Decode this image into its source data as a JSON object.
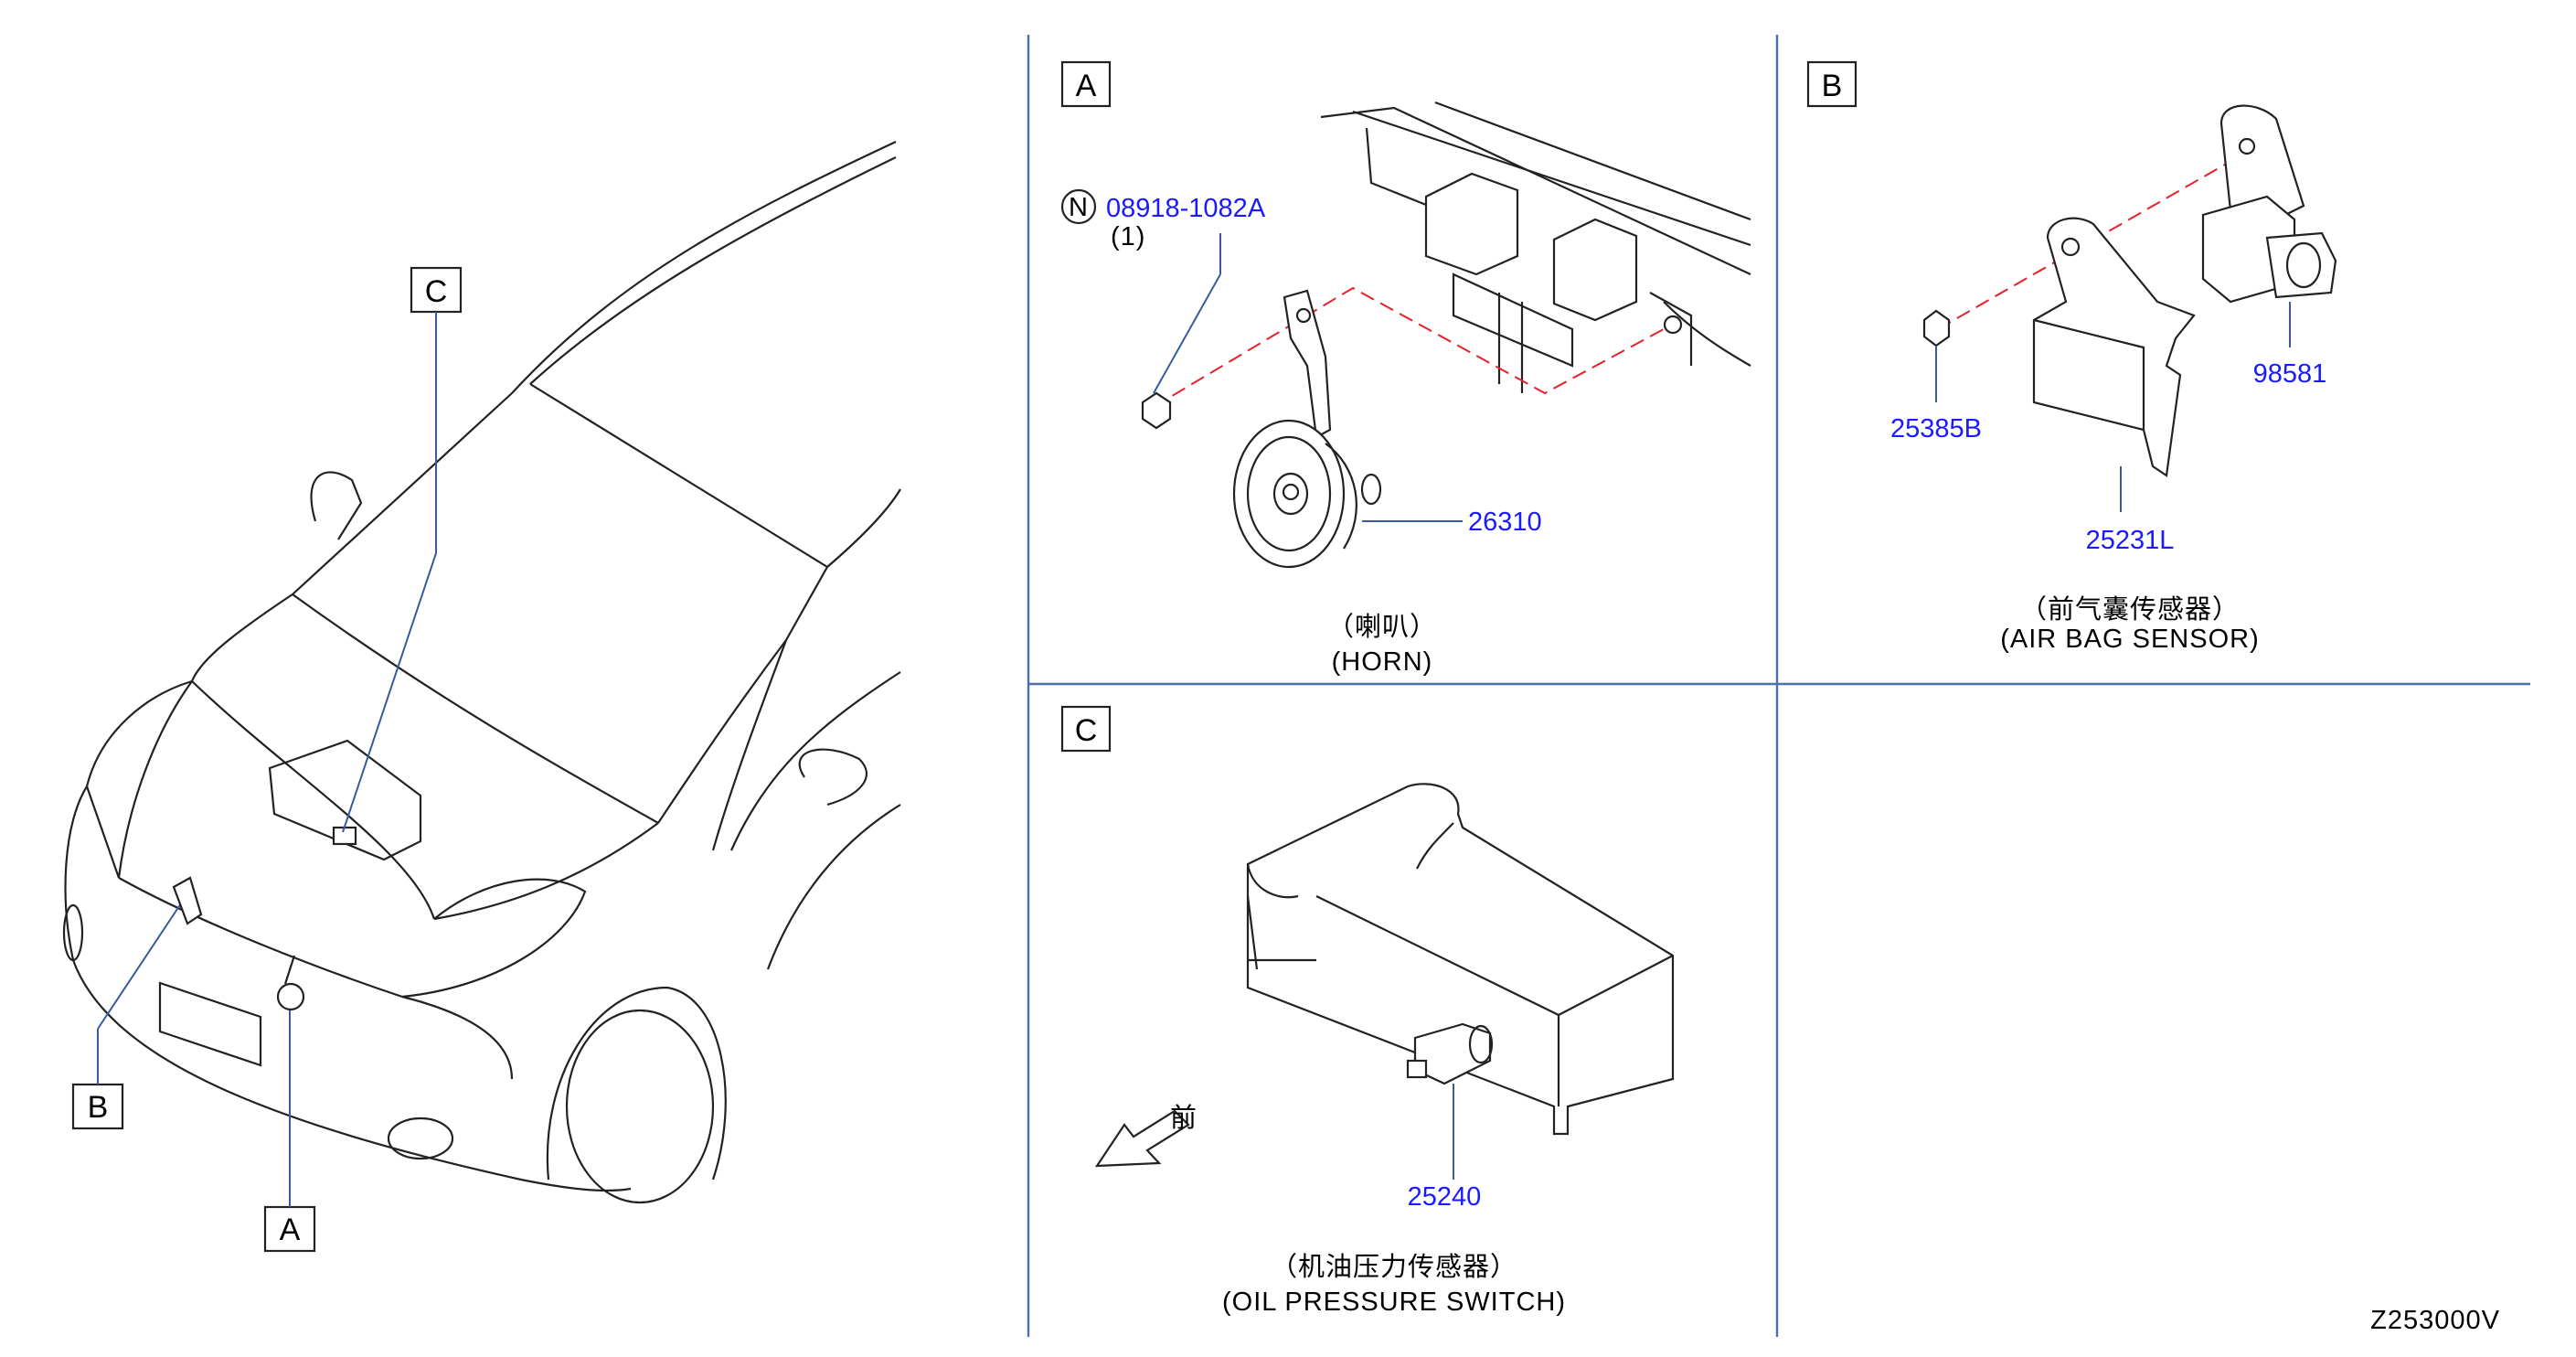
{
  "overview": {
    "callout_c": "C",
    "callout_b": "B",
    "callout_a": "A"
  },
  "panel_a": {
    "tag": "A",
    "fastener_symbol": "N",
    "fastener_part": "08918-1082A",
    "fastener_qty": "(1)",
    "horn_part": "26310",
    "caption_cn": "（喇叭）",
    "caption_en": "(HORN)"
  },
  "panel_b": {
    "tag": "B",
    "nut_part": "25385B",
    "bracket_part": "25231L",
    "sensor_part": "98581",
    "caption_cn": "（前气囊传感器）",
    "caption_en": "(AIR   BAG   SENSOR)"
  },
  "panel_c": {
    "tag": "C",
    "switch_part": "25240",
    "front_label": "前",
    "caption_cn": "（机油压力传感器）",
    "caption_en": "(OIL   PRESSURE   SWITCH)"
  },
  "drawing_code": "Z253000V",
  "colors": {
    "part_numbers": "#1a1aff",
    "divider": "#4e6fae",
    "phantom_line": "#e8202a",
    "linework": "#222222"
  }
}
